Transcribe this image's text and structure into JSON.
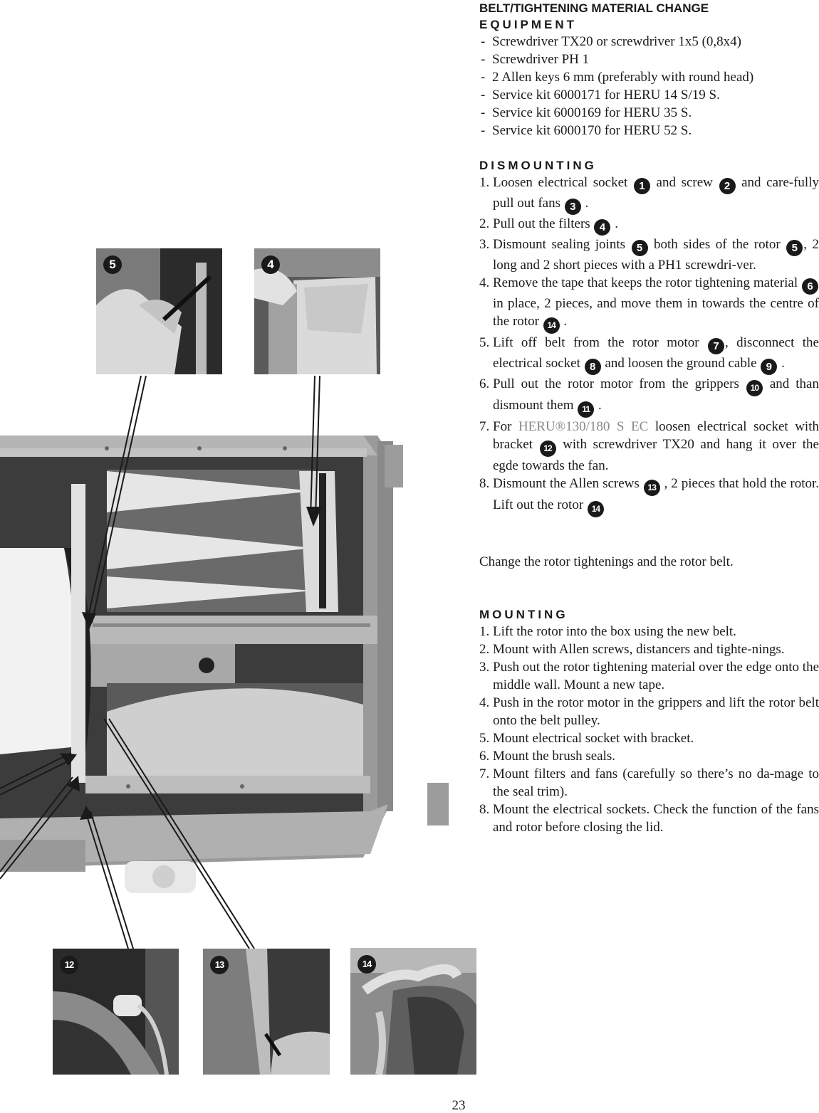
{
  "heading": {
    "title": "BELT/TIGHTENING MATERIAL CHANGE",
    "equipment": "EQUIPMENT"
  },
  "equipment": [
    "Screwdriver TX20 or screwdriver 1x5 (0,8x4)",
    "Screwdriver PH 1",
    "2 Allen keys 6 mm (preferably with round head)",
    "Service kit 6000171 for HERU 14 S/19 S.",
    "Service kit 6000169 for HERU 35 S.",
    "Service kit 6000170 for HERU 52 S."
  ],
  "dismounting": {
    "heading": "DISMOUNTING",
    "steps": [
      {
        "num": "1.",
        "p": [
          "Loosen electrical socket ",
          " and screw ",
          " and care-fully pull out fans ",
          " ."
        ],
        "badges": [
          "1",
          "2",
          "3"
        ]
      },
      {
        "num": "2.",
        "p": [
          "Pull out the filters ",
          " ."
        ],
        "badges": [
          "4"
        ]
      },
      {
        "num": "3.",
        "p": [
          "Dismount sealing joints ",
          " both sides of the rotor ",
          ", 2 long and 2 short pieces with a PH1 screwdri-ver."
        ],
        "badges": [
          "5",
          "5"
        ]
      },
      {
        "num": "4.",
        "p": [
          "Remove the tape that keeps the rotor tightening material ",
          " in place, 2 pieces, and move them in towards the centre of the rotor ",
          " ."
        ],
        "badges": [
          "6",
          "14"
        ]
      },
      {
        "num": "5.",
        "p": [
          "Lift off belt  from the rotor motor ",
          ", disconnect the electrical socket ",
          "  and loosen the ground cable ",
          " ."
        ],
        "badges": [
          "7",
          "8",
          "9"
        ]
      },
      {
        "num": "6.",
        "p": [
          "Pull out the rotor motor from the grippers ",
          " and than dismount them ",
          " ."
        ],
        "badges": [
          "10",
          "11"
        ]
      },
      {
        "num": "8.",
        "p": [
          "Dismount the Allen screws ",
          " , 2 pieces that hold the rotor. Lift out the rotor ",
          ""
        ],
        "badges": [
          "13",
          "14"
        ]
      }
    ],
    "step7": {
      "num": "7.",
      "pre": "For ",
      "brand": "HERU®130/180 S EC",
      "mid": " loosen electrical socket with bracket ",
      "badge": "12",
      "post": " with screwdriver TX20 and hang it over the egde towards the fan."
    }
  },
  "change_note": "Change the rotor tightenings and the rotor belt.",
  "mounting": {
    "heading": "MOUNTING",
    "steps": [
      {
        "num": "1.",
        "text": "Lift the rotor into the box using the new belt."
      },
      {
        "num": "2.",
        "text": "Mount with Allen screws, distancers and tighte-nings."
      },
      {
        "num": "3.",
        "text": "Push out the rotor tightening material over the edge onto the middle wall. Mount a new tape."
      },
      {
        "num": "4.",
        "text": "Push in the rotor motor in the grippers and lift the rotor belt onto the belt pulley."
      },
      {
        "num": "5.",
        "text": "Mount electrical socket with bracket."
      },
      {
        "num": "6.",
        "text": "Mount the brush seals."
      },
      {
        "num": "7.",
        "text": "Mount filters and fans (carefully so there’s no da-mage to the seal trim)."
      },
      {
        "num": "8.",
        "text": "Mount the electrical sockets. Check the function of the fans and rotor before closing the lid."
      }
    ]
  },
  "photos": {
    "p5": "5",
    "p4": "4",
    "p12": "12",
    "p13": "13",
    "p14": "14"
  },
  "page_number": "23"
}
